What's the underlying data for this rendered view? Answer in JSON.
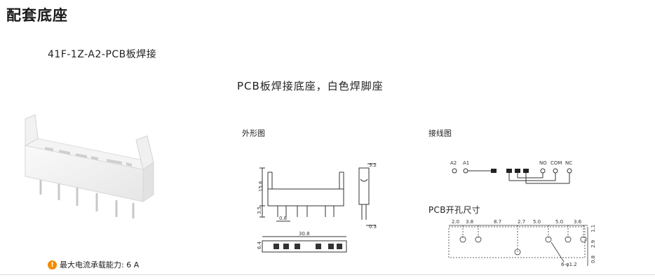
{
  "section_title": "配套底座",
  "model": "41F-1Z-A2-PCB板焊接",
  "subtitle": "PCB板焊接底座，白色焊脚座",
  "outline": {
    "label": "外形图",
    "dims": [
      "3.2",
      "15.6",
      "3.5",
      "0.8",
      "0.3",
      "30.8",
      "6.4"
    ]
  },
  "wiring": {
    "label": "接线图",
    "terminals": [
      "A2",
      "A1",
      "NO",
      "COM",
      "NC"
    ]
  },
  "pcb": {
    "label": "PCB开孔尺寸",
    "dims": [
      "2.0",
      "3.8",
      "8.7",
      "2.7",
      "5.0",
      "5.0",
      "3.6",
      "1.1",
      "2.9",
      "0.8",
      "6-φ1.2"
    ]
  },
  "note": {
    "icon": "info-icon",
    "text": "最大电流承载能力: 6 A"
  }
}
